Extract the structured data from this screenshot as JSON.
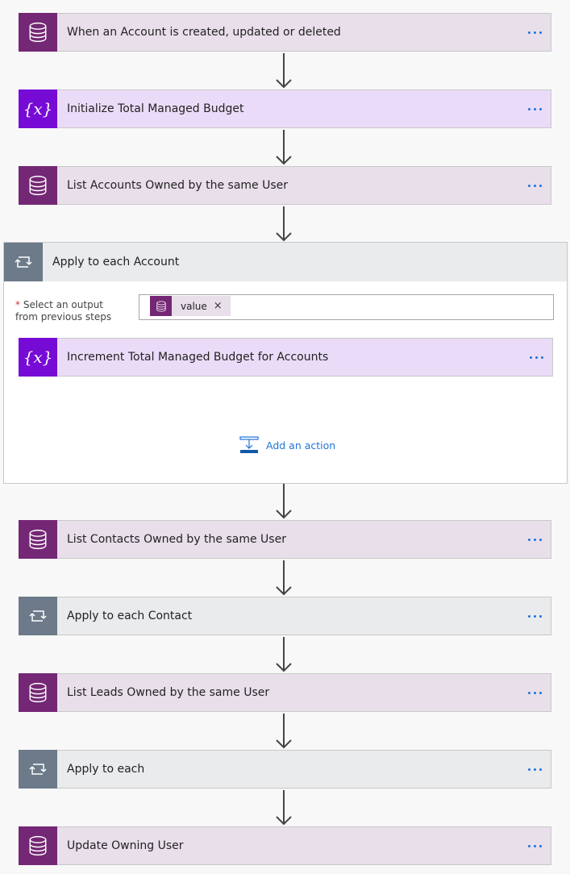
{
  "steps": [
    {
      "label": "When an Account is created, updated or deleted",
      "type": "dataverse"
    },
    {
      "label": "Initialize Total Managed Budget",
      "type": "variable"
    },
    {
      "label": "List Accounts Owned by the same User",
      "type": "dataverse"
    },
    {
      "label": "List Contacts Owned by the same User",
      "type": "dataverse"
    },
    {
      "label": "Apply to each Contact",
      "type": "loop"
    },
    {
      "label": "List Leads Owned by the same User",
      "type": "dataverse"
    },
    {
      "label": "Apply to each",
      "type": "loop"
    },
    {
      "label": "Update Owning User",
      "type": "dataverse"
    }
  ],
  "scope": {
    "title": "Apply to each Account",
    "field_required_mark": "*",
    "field_label_line1": "Select an output",
    "field_label_line2": "from previous steps",
    "token_value": "value",
    "token_remove": "×",
    "inner_step": {
      "label": "Increment Total Managed Budget for Accounts",
      "type": "variable"
    },
    "add_action_label": "Add an action"
  },
  "colors": {
    "dataverse": "#742774",
    "variable": "#770bd6",
    "loop": "#6c7a8a",
    "accent": "#1f73d9"
  }
}
